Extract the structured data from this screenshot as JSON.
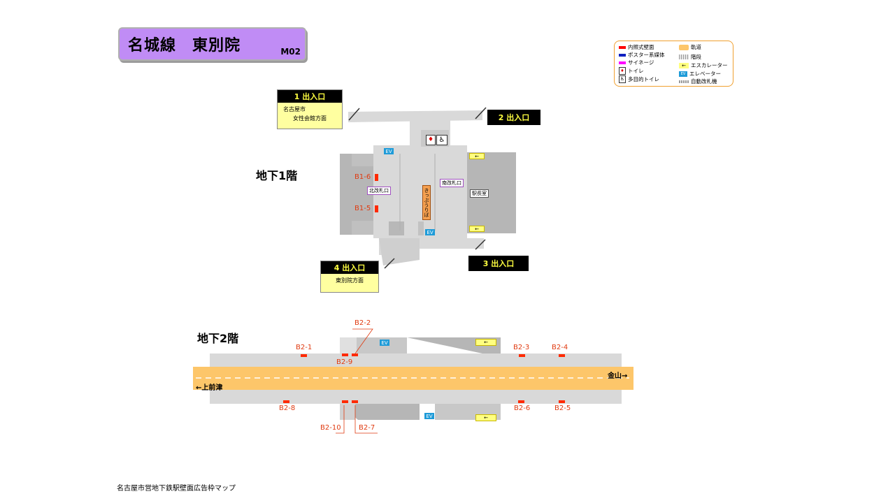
{
  "header": {
    "title": "名城線　東別院",
    "code": "M02"
  },
  "legend": {
    "items": [
      {
        "label": "内照式壁面",
        "color": "#ff0000",
        "icon": "red-bar-icon"
      },
      {
        "label": "ポスター系媒体",
        "color": "#1020c0",
        "icon": "blue-bar-icon"
      },
      {
        "label": "サイネージ",
        "color": "#ff00ff",
        "icon": "magenta-bar-icon"
      },
      {
        "label": "トイレ",
        "icon": "toilet-icon"
      },
      {
        "label": "多目的トイレ",
        "icon": "accessible-toilet-icon"
      },
      {
        "label": "軌道",
        "icon": "track-icon"
      },
      {
        "label": "階段",
        "icon": "stairs-icon"
      },
      {
        "label": "エスカレーター",
        "icon": "escalator-icon"
      },
      {
        "label": "エレベーター",
        "icon": "elevator-icon"
      },
      {
        "label": "自動改札機",
        "icon": "ticket-gate-icon"
      }
    ]
  },
  "floor_b1": {
    "label": "地下1階",
    "exits": [
      {
        "name": "1 出入口",
        "desc": [
          "名古屋市",
          "女性会館方面"
        ]
      },
      {
        "name": "2 出入口"
      },
      {
        "name": "3 出入口"
      },
      {
        "name": "4 出入口",
        "desc": [
          "東別院方面"
        ]
      }
    ],
    "ads": [
      "B1-6",
      "B1-5"
    ],
    "north_gate": "北改札口",
    "south_gate": "南改札口",
    "office": "駅長室",
    "shop": "きっぷうりば",
    "ev": "EV"
  },
  "floor_b2": {
    "label": "地下2階",
    "ads": [
      "B2-1",
      "B2-2",
      "B2-9",
      "B2-3",
      "B2-4",
      "B2-8",
      "B2-10",
      "B2-7",
      "B2-6",
      "B2-5"
    ],
    "dir_right": "金山→",
    "dir_left": "←上前津",
    "ev": "EV"
  },
  "footer": "名古屋市営地下鉄駅壁面広告枠マップ"
}
